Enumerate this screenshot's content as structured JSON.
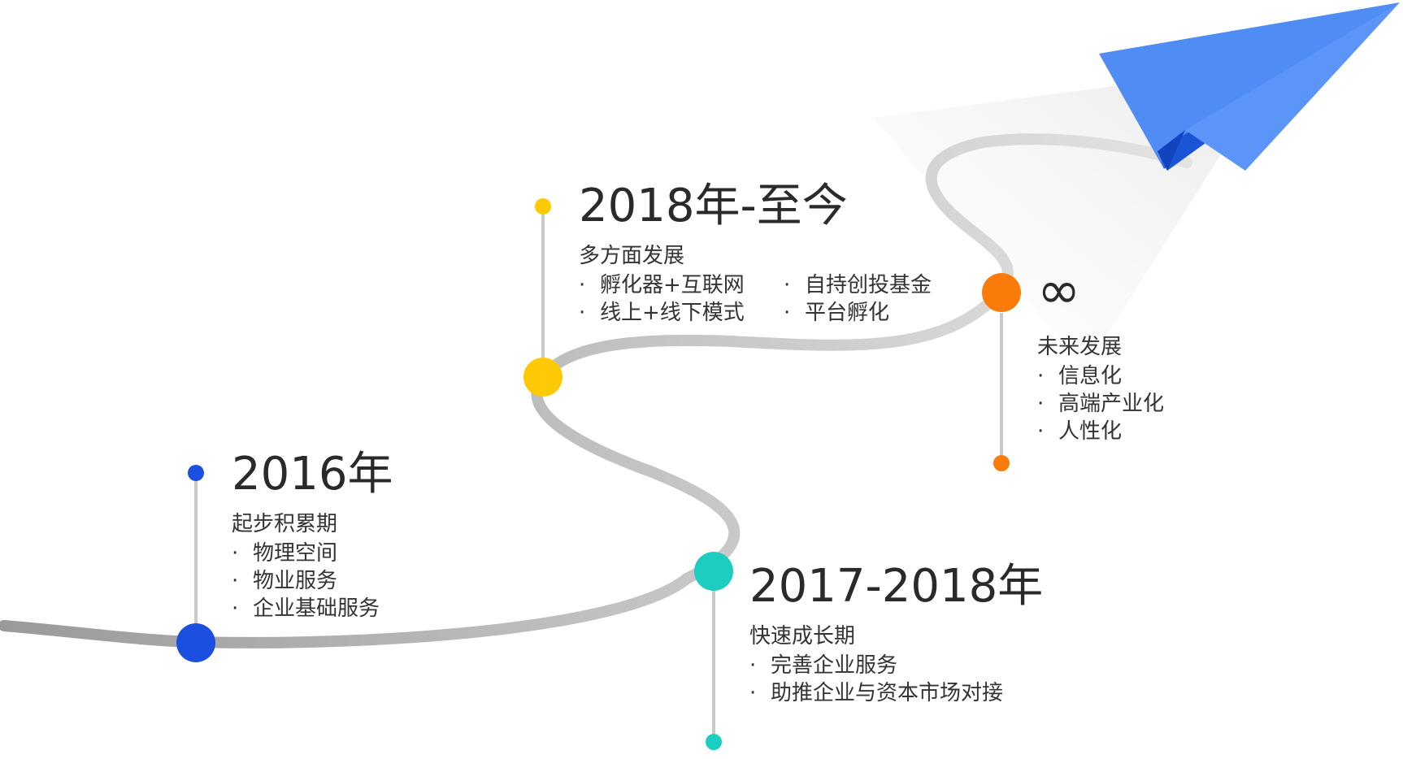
{
  "colors": {
    "blue": "#1b4fe0",
    "teal": "#1ccdc0",
    "yellow": "#ffc905",
    "orange": "#fb7b0a",
    "path": "#c8c8c8",
    "plane_light": "#5590f5",
    "plane_dark": "#1a55d6"
  },
  "icons": {
    "plane": "paper-plane-icon",
    "infinity": "infinity-symbol"
  },
  "stage1": {
    "year": "2016年",
    "heading": "起步积累期",
    "items": [
      "物理空间",
      "物业服务",
      "企业基础服务"
    ]
  },
  "stage2": {
    "year": "2017-2018年",
    "heading": "快速成长期",
    "items": [
      "完善企业服务",
      "助推企业与资本市场对接"
    ]
  },
  "stage3": {
    "year": "2018年-至今",
    "heading": "多方面发展",
    "items_col1": [
      "孵化器+互联网",
      "线上+线下模式"
    ],
    "items_col2": [
      "自持创投基金",
      "平台孵化"
    ]
  },
  "stage4": {
    "symbol": "∞",
    "heading": "未来发展",
    "items": [
      "信息化",
      "高端产业化",
      "人性化"
    ]
  },
  "bullet": "·"
}
